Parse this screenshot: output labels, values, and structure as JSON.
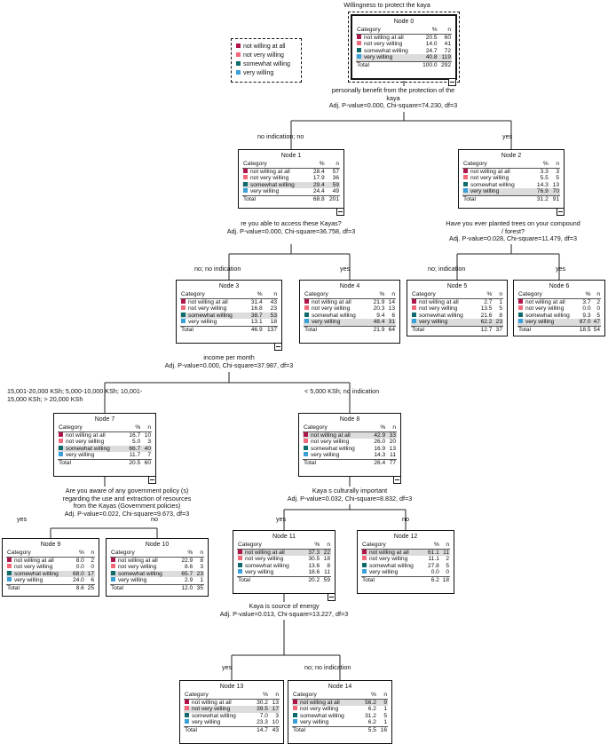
{
  "title": "Willingness to protect the kaya",
  "colors": {
    "not_willing_at_all": "#b0154a",
    "not_very_willing": "#f2697a",
    "somewhat_willing": "#0f6b6b",
    "very_willing": "#3aa0d8"
  },
  "legend": [
    "not willing at all",
    "not very willing",
    "somewhat willing",
    "very willing"
  ],
  "header": {
    "category": "Category",
    "pct": "%",
    "n": "n"
  },
  "total_label": "Total",
  "nodes": [
    {
      "label": "Node 0",
      "rows": [
        [
          "not willing at all",
          "20.5",
          "60"
        ],
        [
          "not very willing",
          "14.0",
          "41"
        ],
        [
          "somewhat willing",
          "24.7",
          "72"
        ],
        [
          "very willing",
          "40.8",
          "119"
        ]
      ],
      "total": [
        "100.0",
        "292"
      ],
      "highlight": 3
    },
    {
      "label": "Node 1",
      "rows": [
        [
          "not willing at all",
          "28.4",
          "57"
        ],
        [
          "not very willing",
          "17.9",
          "36"
        ],
        [
          "somewhat willing",
          "29.4",
          "59"
        ],
        [
          "very willing",
          "24.4",
          "49"
        ]
      ],
      "total": [
        "68.8",
        "201"
      ],
      "highlight": 2
    },
    {
      "label": "Node 2",
      "rows": [
        [
          "not willing at all",
          "3.3",
          "3"
        ],
        [
          "not very willing",
          "5.5",
          "5"
        ],
        [
          "somewhat willing",
          "14.3",
          "13"
        ],
        [
          "very willing",
          "76.9",
          "70"
        ]
      ],
      "total": [
        "31.2",
        "91"
      ],
      "highlight": 3
    },
    {
      "label": "Node 3",
      "rows": [
        [
          "not willing at all",
          "31.4",
          "43"
        ],
        [
          "not very willing",
          "16.8",
          "23"
        ],
        [
          "somewhat willing",
          "38.7",
          "53"
        ],
        [
          "very willing",
          "13.1",
          "18"
        ]
      ],
      "total": [
        "46.9",
        "137"
      ],
      "highlight": 2
    },
    {
      "label": "Node 4",
      "rows": [
        [
          "not willing at all",
          "21.9",
          "14"
        ],
        [
          "not very willing",
          "20.3",
          "13"
        ],
        [
          "somewhat willing",
          "9.4",
          "6"
        ],
        [
          "very willing",
          "48.4",
          "31"
        ]
      ],
      "total": [
        "21.9",
        "64"
      ],
      "highlight": 3
    },
    {
      "label": "Node 5",
      "rows": [
        [
          "not willing at all",
          "2.7",
          "1"
        ],
        [
          "not very willing",
          "13.5",
          "5"
        ],
        [
          "somewhat willing",
          "21.6",
          "8"
        ],
        [
          "very willing",
          "62.2",
          "23"
        ]
      ],
      "total": [
        "12.7",
        "37"
      ],
      "highlight": 3
    },
    {
      "label": "Node 6",
      "rows": [
        [
          "not willing at all",
          "3.7",
          "2"
        ],
        [
          "not very willing",
          "0.0",
          "0"
        ],
        [
          "somewhat willing",
          "9.3",
          "5"
        ],
        [
          "very willing",
          "87.0",
          "47"
        ]
      ],
      "total": [
        "18.5",
        "54"
      ],
      "highlight": 3
    },
    {
      "label": "Node 7",
      "rows": [
        [
          "not willing at all",
          "16.7",
          "10"
        ],
        [
          "not very willing",
          "5.0",
          "3"
        ],
        [
          "somewhat willing",
          "66.7",
          "40"
        ],
        [
          "very willing",
          "11.7",
          "7"
        ]
      ],
      "total": [
        "20.5",
        "60"
      ],
      "highlight": 2
    },
    {
      "label": "Node 8",
      "rows": [
        [
          "not willing at all",
          "42.9",
          "33"
        ],
        [
          "not very willing",
          "26.0",
          "20"
        ],
        [
          "somewhat willing",
          "16.9",
          "13"
        ],
        [
          "very willing",
          "14.3",
          "11"
        ]
      ],
      "total": [
        "26.4",
        "77"
      ],
      "highlight": 0
    },
    {
      "label": "Node 9",
      "rows": [
        [
          "not willing at all",
          "8.0",
          "2"
        ],
        [
          "not very willing",
          "0.0",
          "0"
        ],
        [
          "somewhat willing",
          "68.0",
          "17"
        ],
        [
          "very willing",
          "24.0",
          "6"
        ]
      ],
      "total": [
        "8.6",
        "25"
      ],
      "highlight": 2
    },
    {
      "label": "Node 10",
      "rows": [
        [
          "not willing at all",
          "22.9",
          "8"
        ],
        [
          "not very willing",
          "8.6",
          "3"
        ],
        [
          "somewhat willing",
          "65.7",
          "23"
        ],
        [
          "very willing",
          "2.9",
          "1"
        ]
      ],
      "total": [
        "12.0",
        "35"
      ],
      "highlight": 2
    },
    {
      "label": "Node 11",
      "rows": [
        [
          "not willing at all",
          "37.3",
          "22"
        ],
        [
          "not very willing",
          "30.5",
          "18"
        ],
        [
          "somewhat willing",
          "13.6",
          "8"
        ],
        [
          "very willing",
          "18.6",
          "11"
        ]
      ],
      "total": [
        "20.2",
        "59"
      ],
      "highlight": 0
    },
    {
      "label": "Node 12",
      "rows": [
        [
          "not willing at all",
          "61.1",
          "11"
        ],
        [
          "not very willing",
          "11.1",
          "2"
        ],
        [
          "somewhat willing",
          "27.8",
          "5"
        ],
        [
          "very willing",
          "0.0",
          "0"
        ]
      ],
      "total": [
        "6.2",
        "18"
      ],
      "highlight": 0
    },
    {
      "label": "Node 13",
      "rows": [
        [
          "not willing at all",
          "30.2",
          "13"
        ],
        [
          "not very willing",
          "39.5",
          "17"
        ],
        [
          "somewhat willing",
          "7.0",
          "3"
        ],
        [
          "very willing",
          "23.3",
          "10"
        ]
      ],
      "total": [
        "14.7",
        "43"
      ],
      "highlight": 1
    },
    {
      "label": "Node 14",
      "rows": [
        [
          "not willing at all",
          "56.2",
          "9"
        ],
        [
          "not very willing",
          "6.2",
          "1"
        ],
        [
          "somewhat willing",
          "31.2",
          "5"
        ],
        [
          "very willing",
          "6.2",
          "1"
        ]
      ],
      "total": [
        "5.5",
        "16"
      ],
      "highlight": 0
    }
  ],
  "splits": [
    {
      "lines": [
        "personally benefit from the protection of the",
        "kaya",
        "Adj. P-value=0.000, Chi-square=74.230, df=3"
      ]
    },
    {
      "lines": [
        "re you able to access these Kayas?",
        "Adj. P-value=0.000, Chi-square=36.758, df=3"
      ]
    },
    {
      "lines": [
        "Have you ever planted trees on your compound",
        "/ forest?",
        "Adj. P-value=0.028, Chi-square=11.479, df=3"
      ]
    },
    {
      "lines": [
        "income per month",
        "Adj. P-value=0.000, Chi-square=37.987, df=3"
      ]
    },
    {
      "lines": [
        "Are you aware of any government policy (s)",
        "regarding the use and extraction of resources",
        "from the Kayas (Government policies)",
        "Adj. P-value=0.022, Chi-square=9.673, df=3"
      ]
    },
    {
      "lines": [
        "Kaya s culturally important",
        "Adj. P-value=0.032, Chi-square=8.832, df=3"
      ]
    },
    {
      "lines": [
        "Kaya is source of energy",
        "Adj. P-value=0.013, Chi-square=13.227, df=3"
      ]
    }
  ],
  "branches": [
    {
      "lines": [
        "no indication; no"
      ]
    },
    {
      "lines": [
        "yes"
      ]
    },
    {
      "lines": [
        "no; no indication"
      ]
    },
    {
      "lines": [
        "yes"
      ]
    },
    {
      "lines": [
        "no; indication"
      ]
    },
    {
      "lines": [
        "yes"
      ]
    },
    {
      "lines": [
        "15,001-20,000 KSh; 5,000-10,000 KSh; 10,001-",
        "15,000 KSh; > 20,000 KSh"
      ]
    },
    {
      "lines": [
        "< 5,000 KSh; no indication"
      ]
    },
    {
      "lines": [
        "yes"
      ]
    },
    {
      "lines": [
        "no"
      ]
    },
    {
      "lines": [
        "yes"
      ]
    },
    {
      "lines": [
        "no"
      ]
    },
    {
      "lines": [
        "yes"
      ]
    },
    {
      "lines": [
        "no; no indication"
      ]
    }
  ]
}
